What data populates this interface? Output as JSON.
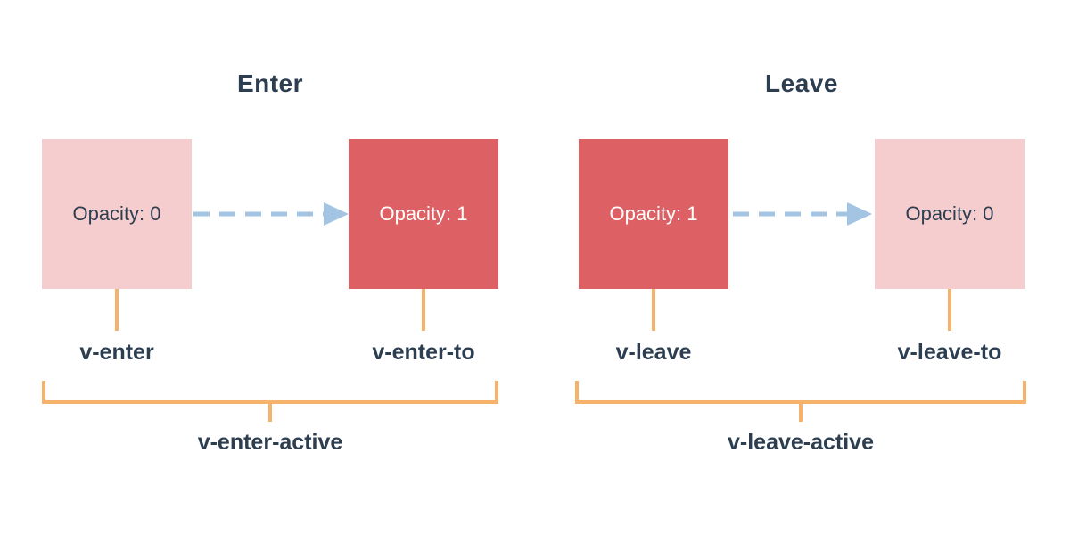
{
  "colors": {
    "pink": "#f5cdce",
    "red": "#dd6065",
    "orange": "#f6b26b",
    "blue": "#a4c4e4",
    "text_dark": "#2c3e50",
    "text_light": "#ffffff"
  },
  "diagram": {
    "sections": [
      {
        "title": "Enter",
        "start_box": {
          "label": "Opacity: 0",
          "variant": "pink"
        },
        "end_box": {
          "label": "Opacity: 1",
          "variant": "red"
        },
        "start_label": "v-enter",
        "end_label": "v-enter-to",
        "active_label": "v-enter-active"
      },
      {
        "title": "Leave",
        "start_box": {
          "label": "Opacity: 1",
          "variant": "red"
        },
        "end_box": {
          "label": "Opacity: 0",
          "variant": "pink"
        },
        "start_label": "v-leave",
        "end_label": "v-leave-to",
        "active_label": "v-leave-active"
      }
    ]
  }
}
